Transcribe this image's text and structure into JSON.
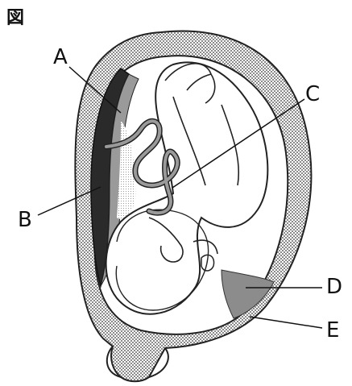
{
  "figure": {
    "caption": "図"
  },
  "labels": {
    "a": "A",
    "b": "B",
    "c": "C",
    "d": "D",
    "e": "E"
  }
}
